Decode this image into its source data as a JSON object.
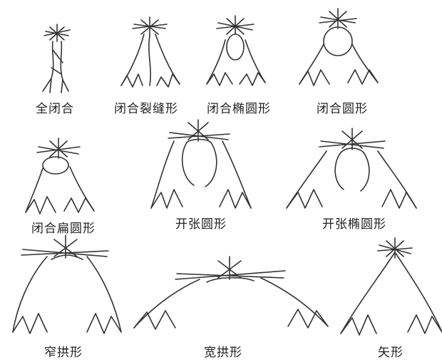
{
  "labels": {
    "full_closed": "全闭合",
    "closed_slit": "闭合裂缝形",
    "closed_ellipse": "闭合椭圆形",
    "closed_round": "闭合圆形",
    "closed_flat_round": "闭合扁圆形",
    "open_round": "开张圆形",
    "open_ellipse": "开张椭圆形",
    "narrow_arch": "窄拱形",
    "wide_arch": "宽拱形",
    "pointed": "矢形"
  }
}
